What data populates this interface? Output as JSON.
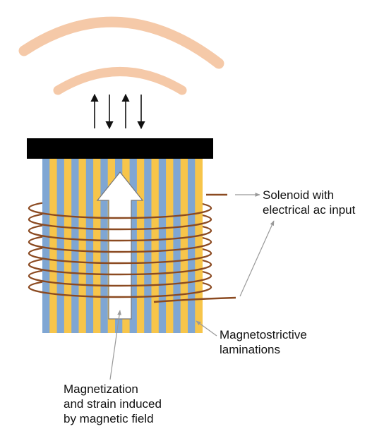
{
  "labels": {
    "solenoid": [
      "Solenoid with",
      "electrical ac input"
    ],
    "laminations": [
      "Magnetostrictive",
      "laminations"
    ],
    "magnetization": [
      "Magnetization",
      "and strain induced",
      "by magnetic field"
    ]
  },
  "colors": {
    "wave": "#f5c9a8",
    "stripe_blue": "#7fa6d3",
    "stripe_yellow": "#f7c54a",
    "coil": "#8b4a21",
    "cap": "#000000",
    "arrow_fill": "#ffffff",
    "arrow_stroke": "#777777",
    "pointer": "#999999",
    "text": "#111111"
  }
}
